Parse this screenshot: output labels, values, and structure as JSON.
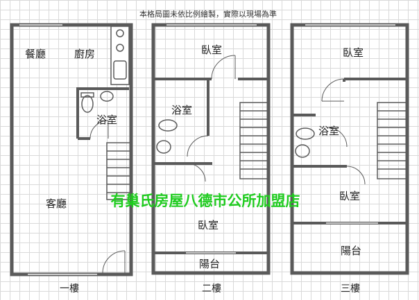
{
  "note": "本格局圖未依比例繪製，實際以現場為準",
  "watermark": "有巢氏房屋八德市公所加盟店",
  "floors": [
    {
      "label": "一樓",
      "rooms": [
        "餐廳",
        "廚房",
        "浴室",
        "客廳"
      ]
    },
    {
      "label": "二樓",
      "rooms": [
        "臥室",
        "浴室",
        "臥室",
        "陽台"
      ]
    },
    {
      "label": "三樓",
      "rooms": [
        "臥室",
        "浴室",
        "臥室",
        "陽台"
      ]
    }
  ]
}
